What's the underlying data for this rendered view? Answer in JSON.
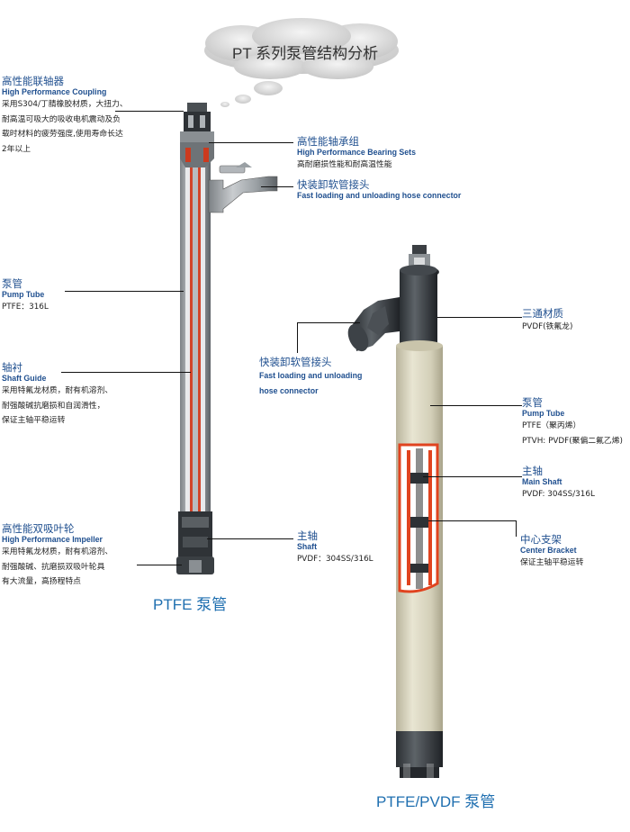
{
  "header": {
    "title": "PT 系列泵管结构分析"
  },
  "left_pump": {
    "caption": "PTFE 泵管",
    "labels": {
      "coupling": {
        "cn": "高性能联轴器",
        "en": "High Performance Coupling",
        "desc": [
          "采用S304/丁腈橡胶材质，大扭力、",
          "耐高温可吸大的吸收电机震动及负",
          "载时材料的疲劳强度,使用寿命长达",
          "2年以上"
        ]
      },
      "bearing": {
        "cn": "高性能轴承组",
        "en": "High Performance Bearing Sets",
        "desc": [
          "高耐磨损性能和耐高温性能"
        ]
      },
      "hose": {
        "cn": "快装卸软管接头",
        "en": "Fast loading and unloading hose connector"
      },
      "tube": {
        "cn": "泵管",
        "en": "Pump Tube",
        "desc": [
          "PTFE：316L"
        ]
      },
      "guide": {
        "cn": "轴衬",
        "en": "Shaft Guide",
        "desc": [
          "采用特氟龙材质，耐有机溶剂、",
          "耐强酸碱抗磨损和自润滑性，",
          "保证主轴平稳运转"
        ]
      },
      "impeller": {
        "cn": "高性能双吸叶轮",
        "en": "High Performance  Impeller",
        "desc": [
          "采用特氟龙材质，耐有机溶剂、",
          "耐强酸碱、抗磨损双吸叶轮具",
          "有大流量，高扬程特点"
        ]
      },
      "shaft": {
        "cn": "主轴",
        "en": "Shaft",
        "desc": [
          "PVDF：304SS/316L"
        ]
      }
    }
  },
  "right_pump": {
    "caption": "PTFE/PVDF   泵管",
    "labels": {
      "tee": {
        "cn": "三通材质",
        "desc": [
          "PVDF(铁氟龙)"
        ]
      },
      "hose": {
        "cn": "快装卸软管接头",
        "desc": [
          "Fast loading and unloading",
          "hose connector"
        ]
      },
      "tube": {
        "cn": "泵管",
        "en": "Pump Tube",
        "desc": [
          "PTFE（聚丙烯）",
          "PTVH:  PVDF(聚偏二氟乙烯)"
        ]
      },
      "shaft": {
        "cn": "主轴",
        "en": "Main Shaft",
        "desc": [
          "PVDF:  304SS/316L"
        ]
      },
      "bracket": {
        "cn": "中心支架",
        "en": "Center Bracket",
        "desc": [
          "保证主轴平稳运转"
        ]
      }
    }
  },
  "colors": {
    "accent": "#1f4f8f",
    "caption": "#1f6fb0",
    "tube_beige": "#d8d4bf",
    "liner_red": "#e0431f",
    "metal_dark": "#3a3f44"
  }
}
